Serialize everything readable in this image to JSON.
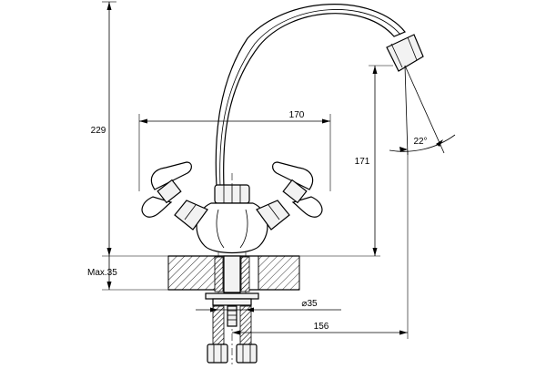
{
  "drawing": {
    "dimensions": {
      "total_height": "229",
      "handle_span": "170",
      "spout_height": "171",
      "spout_angle": "22°",
      "max_thickness": "Max.35",
      "hole_diameter": "⌀35",
      "spout_reach": "156"
    }
  }
}
